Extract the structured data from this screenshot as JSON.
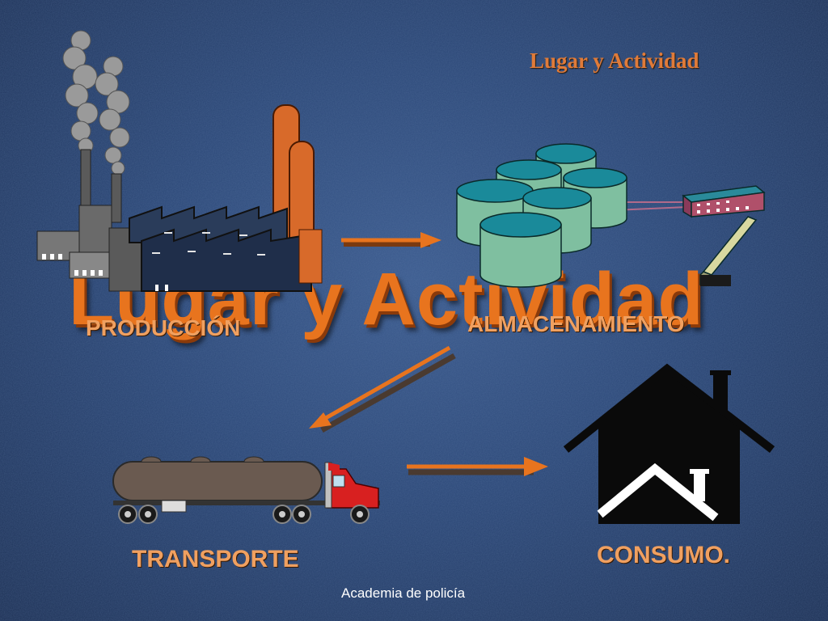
{
  "slide": {
    "title": "Lugar y Actividad",
    "watermark": "Lugar y Actividad",
    "footer": "Academia de policía"
  },
  "stages": {
    "production": "PRODUCCIÓN",
    "storage": "ALMACENAMIENTO",
    "transport": "TRANSPORTE",
    "consumption": "CONSUMO."
  },
  "colors": {
    "accent": "#e8741e",
    "label": "#f0a060",
    "tank": "#7fbfa0",
    "tank_top": "#1a8a9a"
  }
}
